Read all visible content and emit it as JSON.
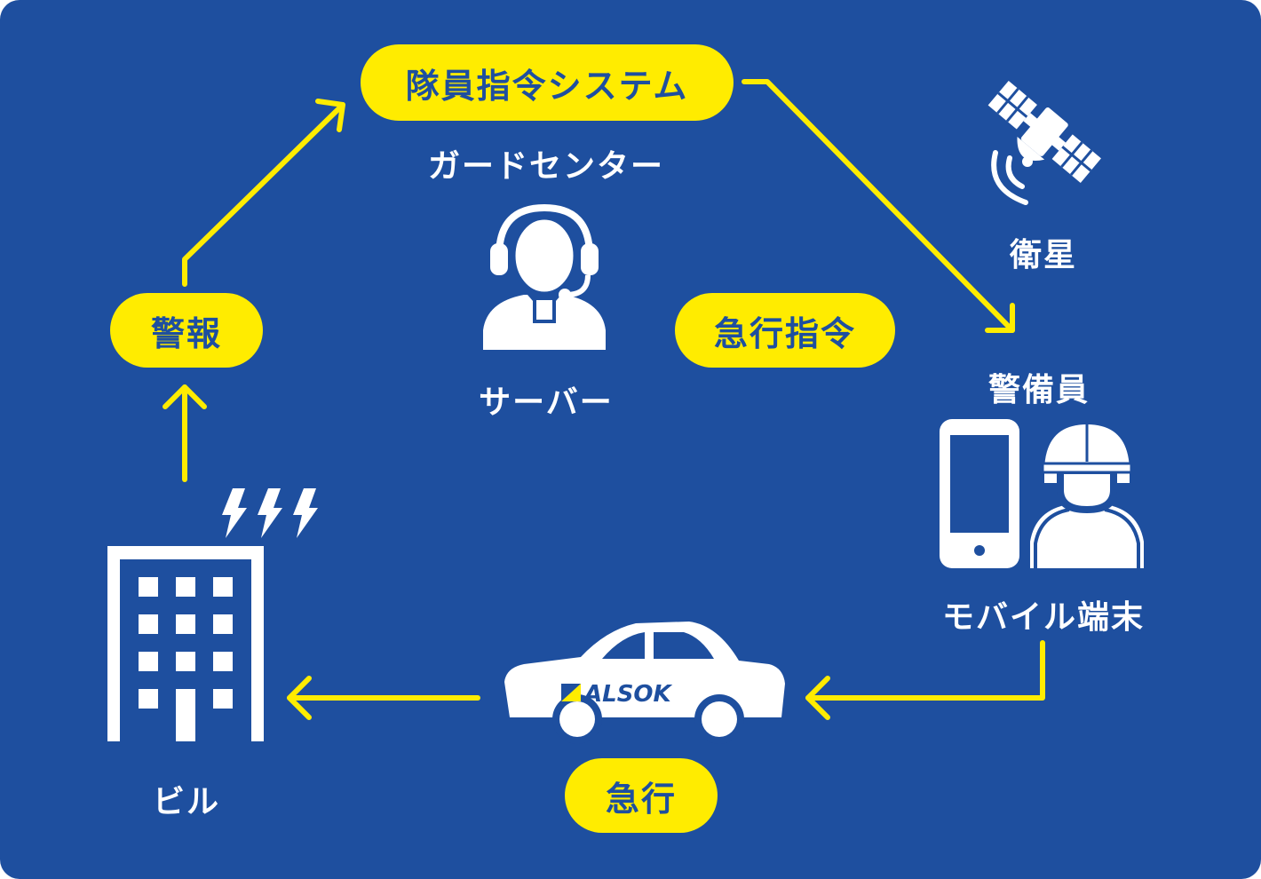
{
  "labels": {
    "system": "隊員指令システム",
    "guard_center": "ガードセンター",
    "server": "サーバー",
    "alarm": "警報",
    "dispatch_order": "急行指令",
    "satellite": "衛星",
    "guard": "警備員",
    "mobile": "モバイル端末",
    "building": "ビル",
    "rush": "急行",
    "brand": "ALSOK"
  },
  "colors": {
    "background": "#1e4f9f",
    "accent": "#ffec00",
    "foreground": "#ffffff"
  },
  "icons": [
    "satellite-icon",
    "operator-icon",
    "smartphone-icon",
    "guard-helmet-icon",
    "patrol-car-icon",
    "building-icon",
    "lightning-icon"
  ]
}
